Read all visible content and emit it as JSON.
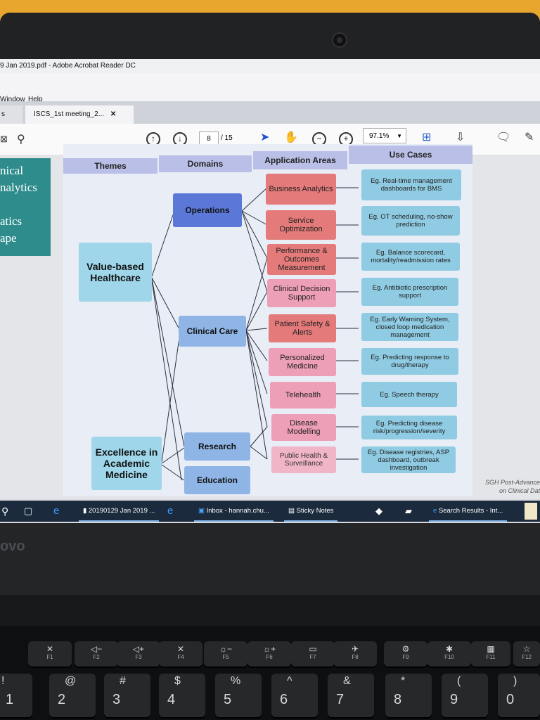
{
  "window": {
    "title": "9 Jan 2019.pdf - Adobe Acrobat Reader DC",
    "menu": [
      "Window",
      "Help"
    ]
  },
  "tabs": [
    {
      "label": "s"
    },
    {
      "label": "ISCS_1st meeting_2..."
    }
  ],
  "toolbar": {
    "page_current": "8",
    "page_total": "/ 15",
    "zoom": "97.1%"
  },
  "side_panel": {
    "lines": [
      "nical",
      "nalytics",
      "",
      "atics",
      "ape"
    ]
  },
  "diagram": {
    "headers": {
      "themes": "Themes",
      "domains": "Domains",
      "application_areas": "Application Areas",
      "use_cases": "Use Cases"
    },
    "themes": [
      "Value-based Healthcare",
      "Excellence in Academic Medicine"
    ],
    "domains": [
      "Operations",
      "Clinical Care",
      "Research",
      "Education"
    ],
    "application_areas": [
      "Business Analytics",
      "Service Optimization",
      "Performance & Outcomes Measurement",
      "Clinical Decision Support",
      "Patient Safety & Alerts",
      "Personalized Medicine",
      "Telehealth",
      "Disease Modelling",
      "Public Health & Surveillance"
    ],
    "use_cases": [
      "Eg. Real-time management dashboards for BMS",
      "Eg. OT scheduling, no-show prediction",
      "Eg. Balance scorecard, mortality/readmission rates",
      "Eg. Antibiotic prescription support",
      "Eg. Early Warning System, closed loop medication management",
      "Eg. Predicting response to drug/therapy",
      "Eg. Speech therapy",
      "Eg. Predicting disease risk/progression/severity",
      "Eg. Disease registries, ASP dashboard, outbreak investigation"
    ],
    "footer_note": [
      "SGH Post-Advance",
      "on Clinical Dat"
    ]
  },
  "taskbar": {
    "items": [
      "20190129 Jan 2019 ...",
      "Inbox - hannah.chu...",
      "Sticky Notes",
      "Search Results - Int..."
    ]
  },
  "laptop": {
    "brand": "ovo",
    "fkeys": [
      {
        "glyph": "✕",
        "label": "F1"
      },
      {
        "glyph": "◁−",
        "label": "F2"
      },
      {
        "glyph": "◁+",
        "label": "F3"
      },
      {
        "glyph": "✕",
        "label": "F4"
      },
      {
        "glyph": "☼−",
        "label": "F5"
      },
      {
        "glyph": "☼+",
        "label": "F6"
      },
      {
        "glyph": "▭",
        "label": "F7"
      },
      {
        "glyph": "✈",
        "label": "F8"
      },
      {
        "glyph": "⚙",
        "label": "F9"
      },
      {
        "glyph": "✱",
        "label": "F10"
      },
      {
        "glyph": "▦",
        "label": "F11"
      },
      {
        "glyph": "☆",
        "label": "F12"
      }
    ],
    "numkeys": [
      {
        "top": "!",
        "bottom": "1"
      },
      {
        "top": "@",
        "bottom": "2"
      },
      {
        "top": "#",
        "bottom": "3"
      },
      {
        "top": "$",
        "bottom": "4"
      },
      {
        "top": "%",
        "bottom": "5"
      },
      {
        "top": "^",
        "bottom": "6"
      },
      {
        "top": "&",
        "bottom": "7"
      },
      {
        "top": "*",
        "bottom": "8"
      },
      {
        "top": "(",
        "bottom": "9"
      },
      {
        "top": ")",
        "bottom": "0"
      }
    ]
  },
  "colors": {
    "theme_box": "#9fd6ea",
    "domain_box": "#5b78d8",
    "area_red": "#e47a7a",
    "area_pink": "#ee9fb8",
    "use_box": "#8fcbe2",
    "header": "#b9bfe6"
  }
}
